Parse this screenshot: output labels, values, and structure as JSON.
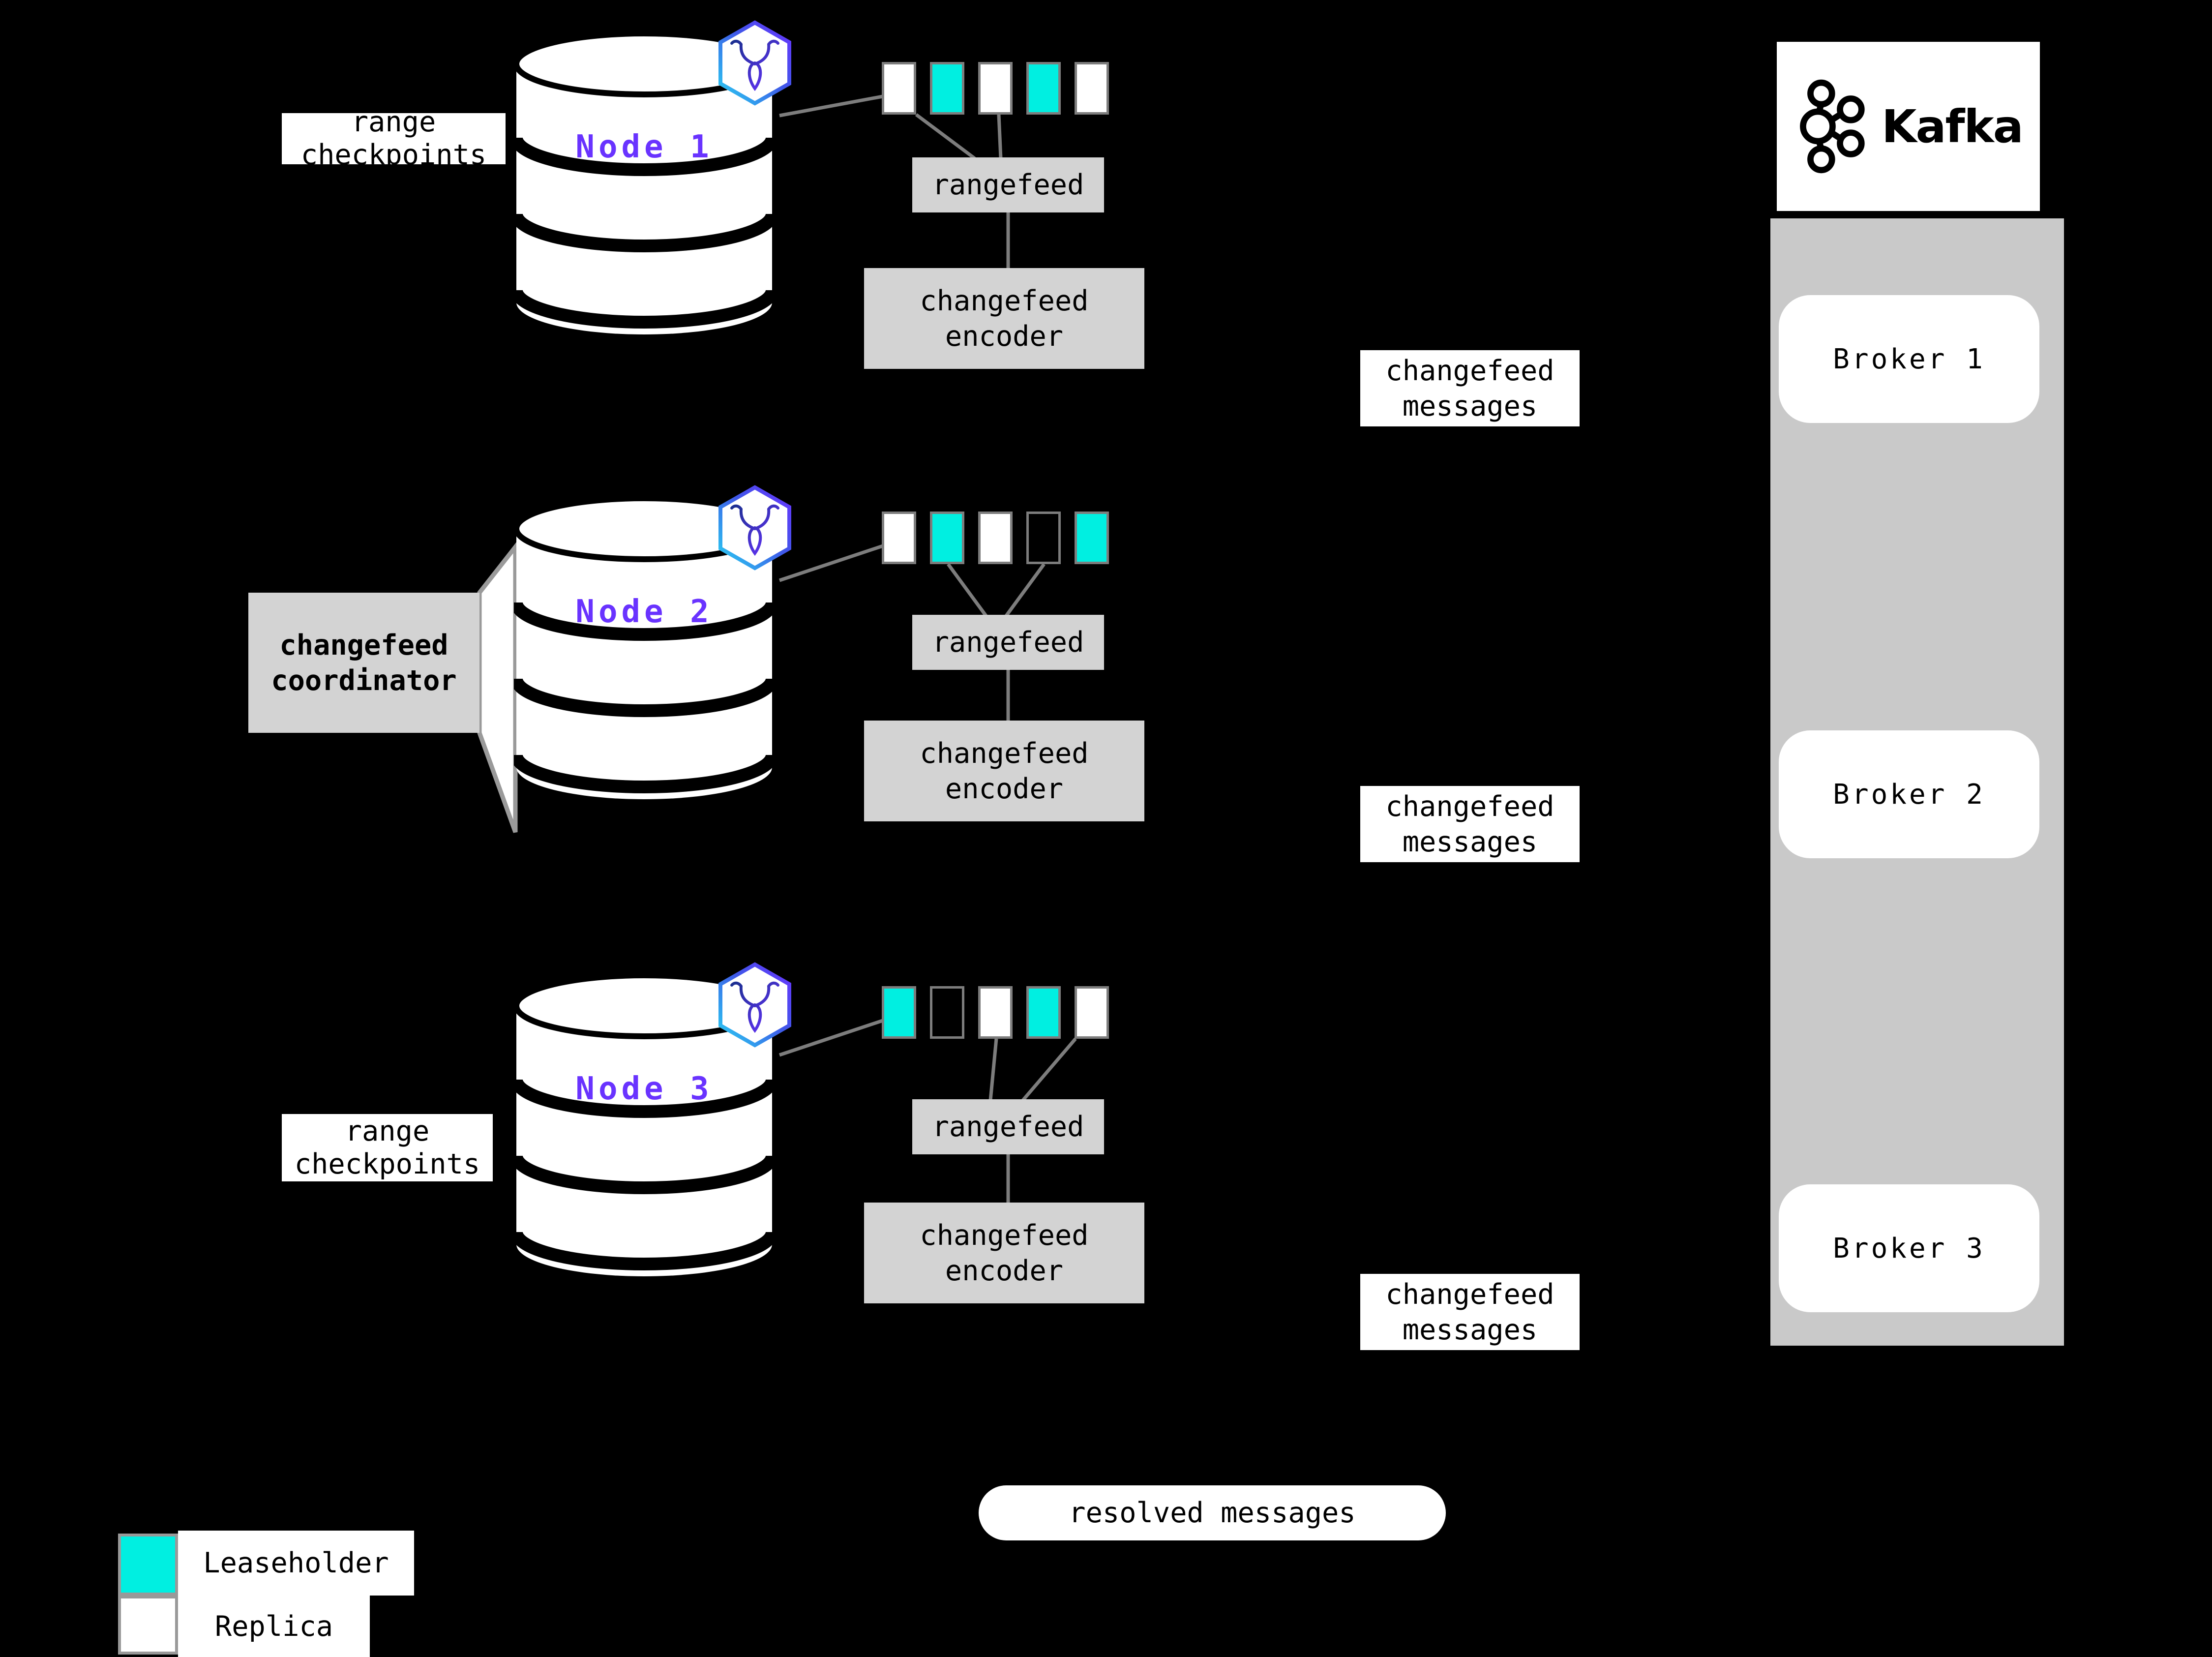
{
  "colors": {
    "leaseholder_cyan": "#00efe1",
    "replica_white": "#ffffff",
    "node_label_purple": "#6933ff",
    "box_gray": "#d3d3d3",
    "kafka_container_gray": "#c9c9c9",
    "connector_line_gray": "#7d7d7d"
  },
  "labels": {
    "range_checkpoints": {
      "line1": "range",
      "line2": "checkpoints"
    },
    "changefeed_coordinator": {
      "line1": "changefeed",
      "line2": "coordinator"
    },
    "rangefeed": "rangefeed",
    "changefeed_encoder": {
      "line1": "changefeed",
      "line2": "encoder"
    },
    "changefeed_messages": {
      "line1": "changefeed",
      "line2": "messages"
    },
    "resolved_messages": "resolved messages"
  },
  "nodes": [
    {
      "name": "Node 1",
      "ranges": [
        "replica",
        "leaseholder",
        "replica",
        "leaseholder",
        "replica"
      ]
    },
    {
      "name": "Node 2",
      "ranges": [
        "replica",
        "leaseholder",
        "replica",
        "empty",
        "leaseholder"
      ]
    },
    {
      "name": "Node 3",
      "ranges": [
        "leaseholder",
        "empty",
        "replica",
        "leaseholder",
        "replica"
      ]
    }
  ],
  "kafka": {
    "wordmark": "Kafka",
    "brokers": [
      {
        "label": "Broker 1"
      },
      {
        "label": "Broker 2"
      },
      {
        "label": "Broker 3"
      }
    ]
  },
  "legend": {
    "items": [
      {
        "label": "Leaseholder",
        "swatch": "leaseholder"
      },
      {
        "label": "Replica",
        "swatch": "replica"
      }
    ]
  }
}
